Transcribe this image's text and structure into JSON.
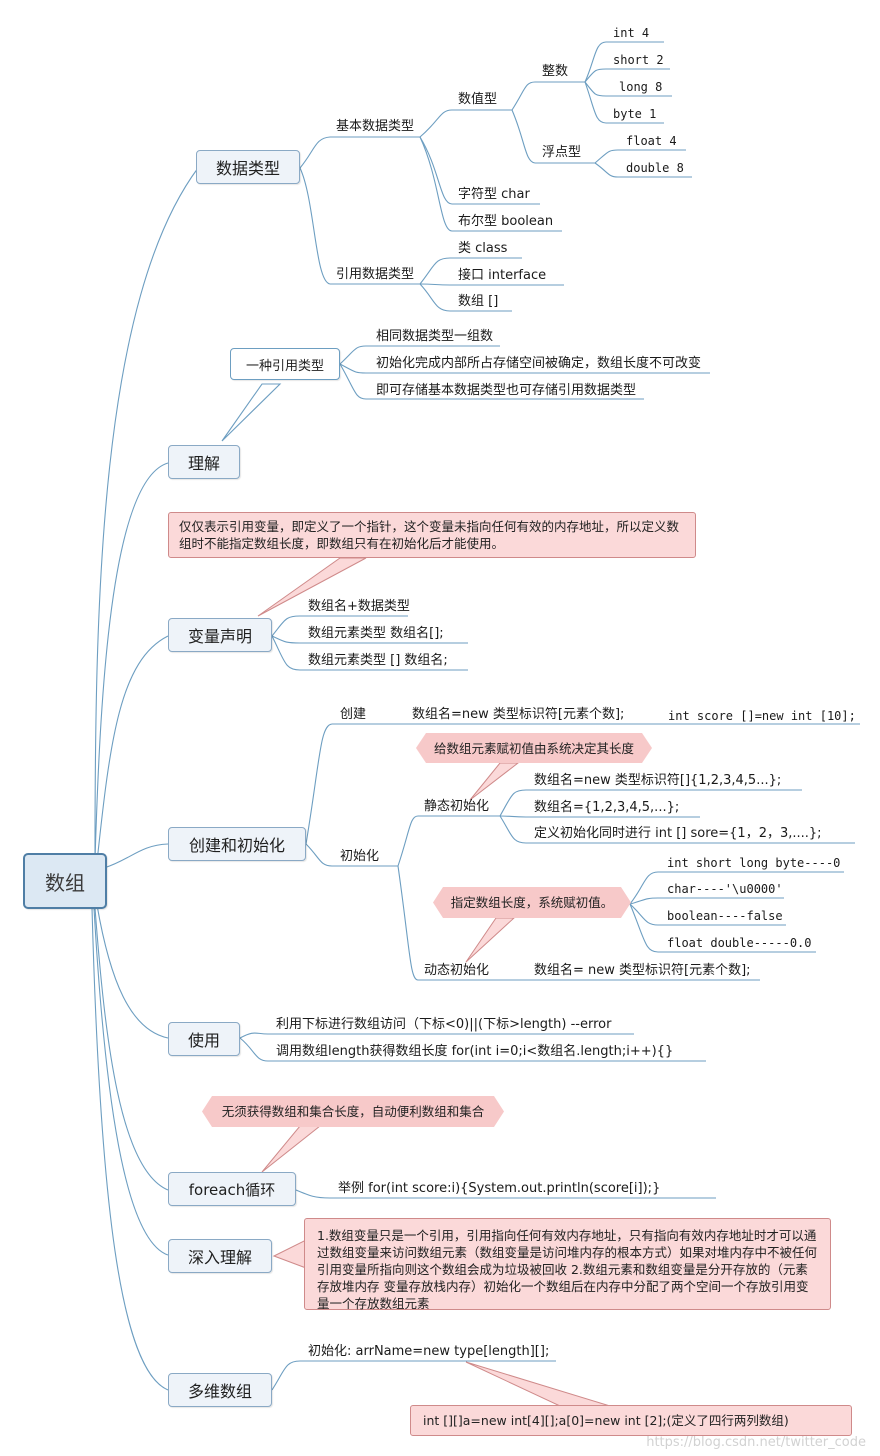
{
  "root": "数组",
  "data_types": {
    "title": "数据类型",
    "basic": "基本数据类型",
    "numeric": "数值型",
    "integer": "整数",
    "int": "int 4",
    "short": "short 2",
    "long": "long 8",
    "byte": "byte 1",
    "float_group": "浮点型",
    "float": "float 4",
    "double": "double 8",
    "char": "字符型 char",
    "boolean": "布尔型 boolean",
    "reference": "引用数据类型",
    "class": "类 class",
    "interface": "接口 interface",
    "array": "数组 []"
  },
  "understanding": {
    "title": "理解",
    "ref_type": "一种引用类型",
    "items": [
      "相同数据类型一组数",
      "初始化完成内部所占存储空间被确定，数组长度不可改变",
      "即可存储基本数据类型也可存储引用数据类型"
    ]
  },
  "declaration": {
    "title": "变量声明",
    "note": "仅仅表示引用变量，即定义了一个指针，这个变量未指向任何有效的内存地址，所以定义数组时不能指定数组长度，即数组只有在初始化后才能使用。",
    "items": [
      "数组名+数据类型",
      "数组元素类型   数组名[];",
      "数组元素类型 [] 数组名;"
    ]
  },
  "create_init": {
    "title": "创建和初始化",
    "create": "创建",
    "create_syntax": "数组名=new 类型标识符[元素个数];",
    "create_example": "int score []=new int [10];",
    "init": "初始化",
    "static_note": "给数组元素赋初值由系统决定其长度",
    "static": "静态初始化",
    "static_items": [
      "数组名=new 类型标识符[]{1,2,3,4,5...};",
      "数组名={1,2,3,4,5,...};",
      "定义初始化同时进行 int [] sore={1，2，3,....};"
    ],
    "dynamic_note": "指定数组长度，系统赋初值。",
    "dynamic": "动态初始化",
    "dynamic_syntax": "数组名= new 类型标识符[元素个数];",
    "defaults": [
      "int short long byte----0",
      "char----'\\u0000'",
      "boolean----false",
      "float double-----0.0"
    ]
  },
  "usage": {
    "title": "使用",
    "items": [
      "利用下标进行数组访问（下标<0)||(下标>length) --error",
      "调用数组length获得数组长度  for(int i=0;i<数组名.length;i++){}"
    ]
  },
  "foreach": {
    "title": "foreach循环",
    "note": "无须获得数组和集合长度，自动便利数组和集合",
    "example": "举例  for(int score:i){System.out.println(score[i]);}"
  },
  "deep": {
    "title": "深入理解",
    "note": "1.数组变量只是一个引用，引用指向任何有效内存地址，只有指向有效内存地址时才可以通过数组变量来访问数组元素（数组变量是访问堆内存的根本方式）如果对堆内存中不被任何引用变量所指向则这个数组会成为垃圾被回收            2.数组元素和数组变量是分开存放的（元素存放堆内存 变量存放栈内存）初始化一个数组后在内存中分配了两个空间一个存放引用变量一个存放数组元素"
  },
  "multi": {
    "title": "多维数组",
    "init": "初始化: arrName=new type[length][];",
    "note": "int [][]a=new int[4][];a[0]=new int [2];(定义了四行两列数组)"
  },
  "watermark": "https://blog.csdn.net/twitter_code"
}
